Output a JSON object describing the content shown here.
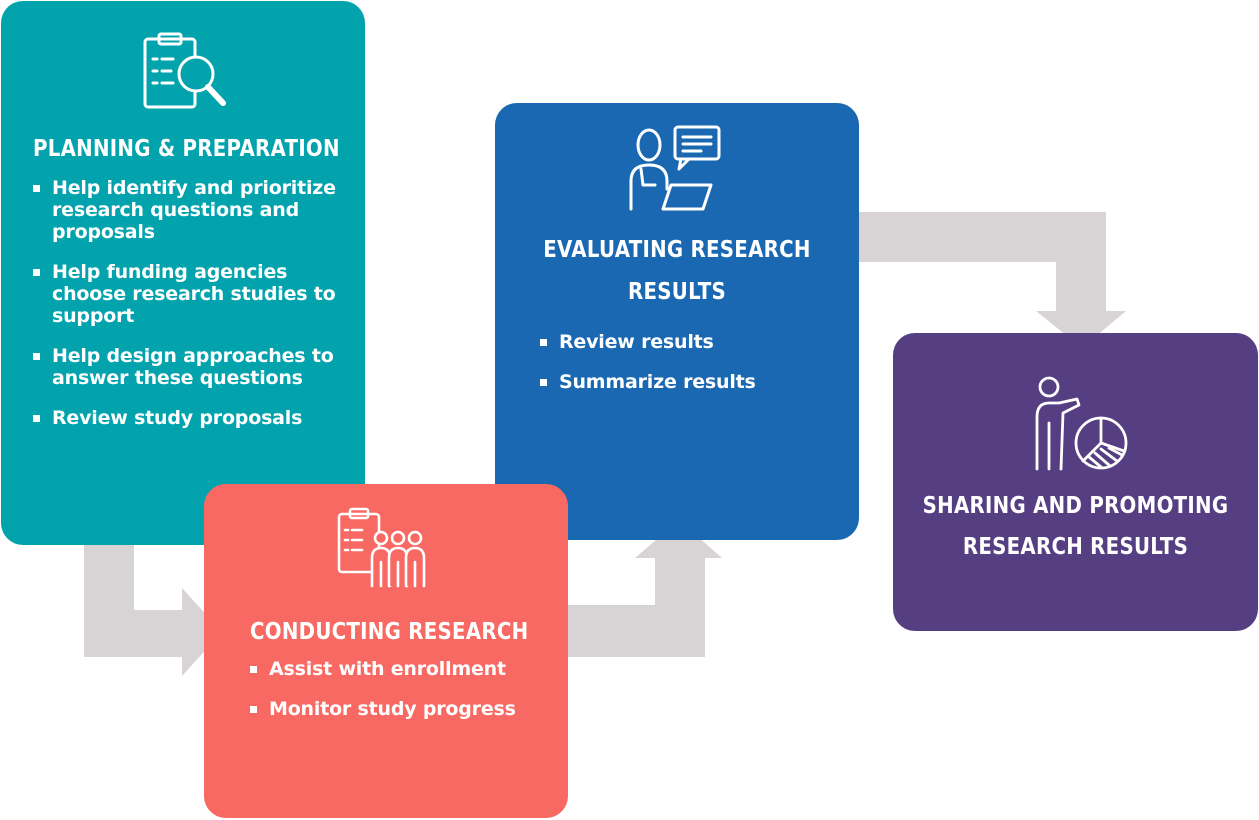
{
  "colors": {
    "planning": "#02a3ad",
    "conducting": "#f76962",
    "evaluating": "#1a68b1",
    "sharing": "#563e82",
    "arrow": "#d8d4d6"
  },
  "stages": {
    "planning": {
      "icon": "clipboard-magnifier-icon",
      "title": "PLANNING & PREPARATION",
      "bullets": [
        "Help identify and prioritize research questions and proposals",
        "Help funding agencies choose research studies to support",
        "Help design approaches to answer these questions",
        "Review study proposals"
      ]
    },
    "conducting": {
      "icon": "clipboard-people-icon",
      "title": "CONDUCTING RESEARCH",
      "bullets": [
        "Assist with enrollment",
        "Monitor study progress"
      ]
    },
    "evaluating": {
      "icon": "person-laptop-speech-icon",
      "title_lines": [
        "EVALUATING RESEARCH",
        "RESULTS"
      ],
      "bullets": [
        "Review results",
        "Summarize results"
      ]
    },
    "sharing": {
      "icon": "presenter-pie-chart-icon",
      "title_lines": [
        "SHARING AND PROMOTING",
        "RESEARCH RESULTS"
      ]
    }
  }
}
